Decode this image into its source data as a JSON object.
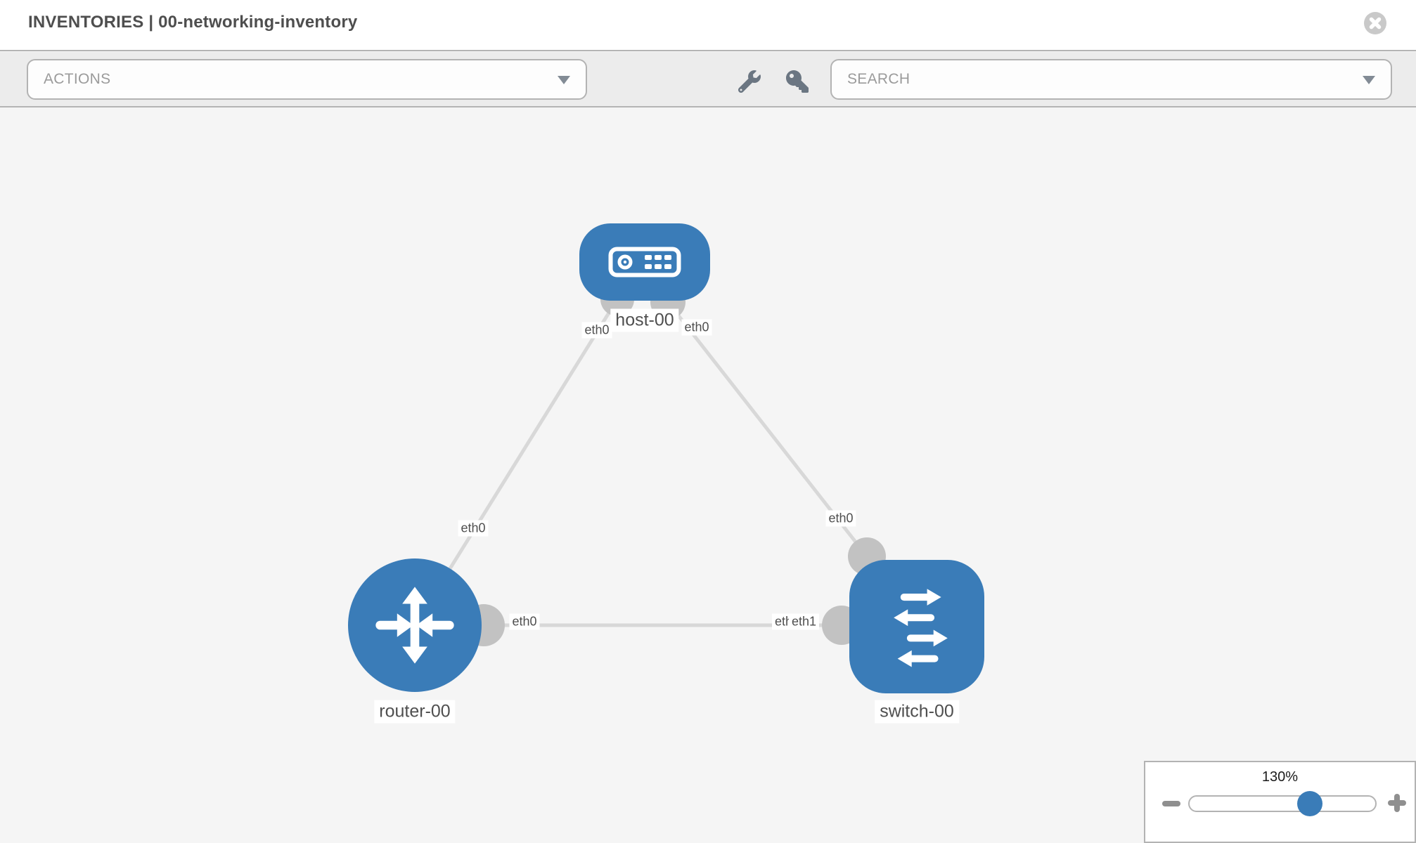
{
  "header": {
    "title": "INVENTORIES | 00-networking-inventory",
    "close_icon": "close-icon"
  },
  "toolbar": {
    "actions": {
      "label": "ACTIONS",
      "caret_icon": "chevron-down-icon"
    },
    "wrench_icon": "wrench-icon",
    "key_icon": "key-icon",
    "search": {
      "placeholder": "SEARCH",
      "caret_icon": "chevron-down-icon"
    }
  },
  "topology": {
    "nodes": [
      {
        "name": "host-00",
        "type": "host",
        "icon": "server-icon"
      },
      {
        "name": "router-00",
        "type": "router",
        "icon": "router-arrows-icon"
      },
      {
        "name": "switch-00",
        "type": "switch",
        "icon": "switch-arrows-icon"
      }
    ],
    "links": [
      {
        "from": "host-00",
        "to": "router-00",
        "from_iface": "eth0",
        "to_iface": "eth0"
      },
      {
        "from": "host-00",
        "to": "switch-00",
        "from_iface": "eth0",
        "to_iface": "eth0"
      },
      {
        "from": "router-00",
        "to": "switch-00",
        "from_iface": "eth0",
        "to_iface": "eth1",
        "to_iface_overlapped": "eth0"
      }
    ]
  },
  "zoom_control": {
    "level": "130%",
    "minus_icon": "minus-icon",
    "plus_icon": "plus-icon"
  },
  "colors": {
    "node_blue": "#3a7cb8",
    "link_gray": "#d8d8d8",
    "connector_gray": "#c2c2c2",
    "toolbar_gray": "#ececec",
    "canvas_gray": "#f5f5f5",
    "label_text": "#4f4f4f"
  }
}
